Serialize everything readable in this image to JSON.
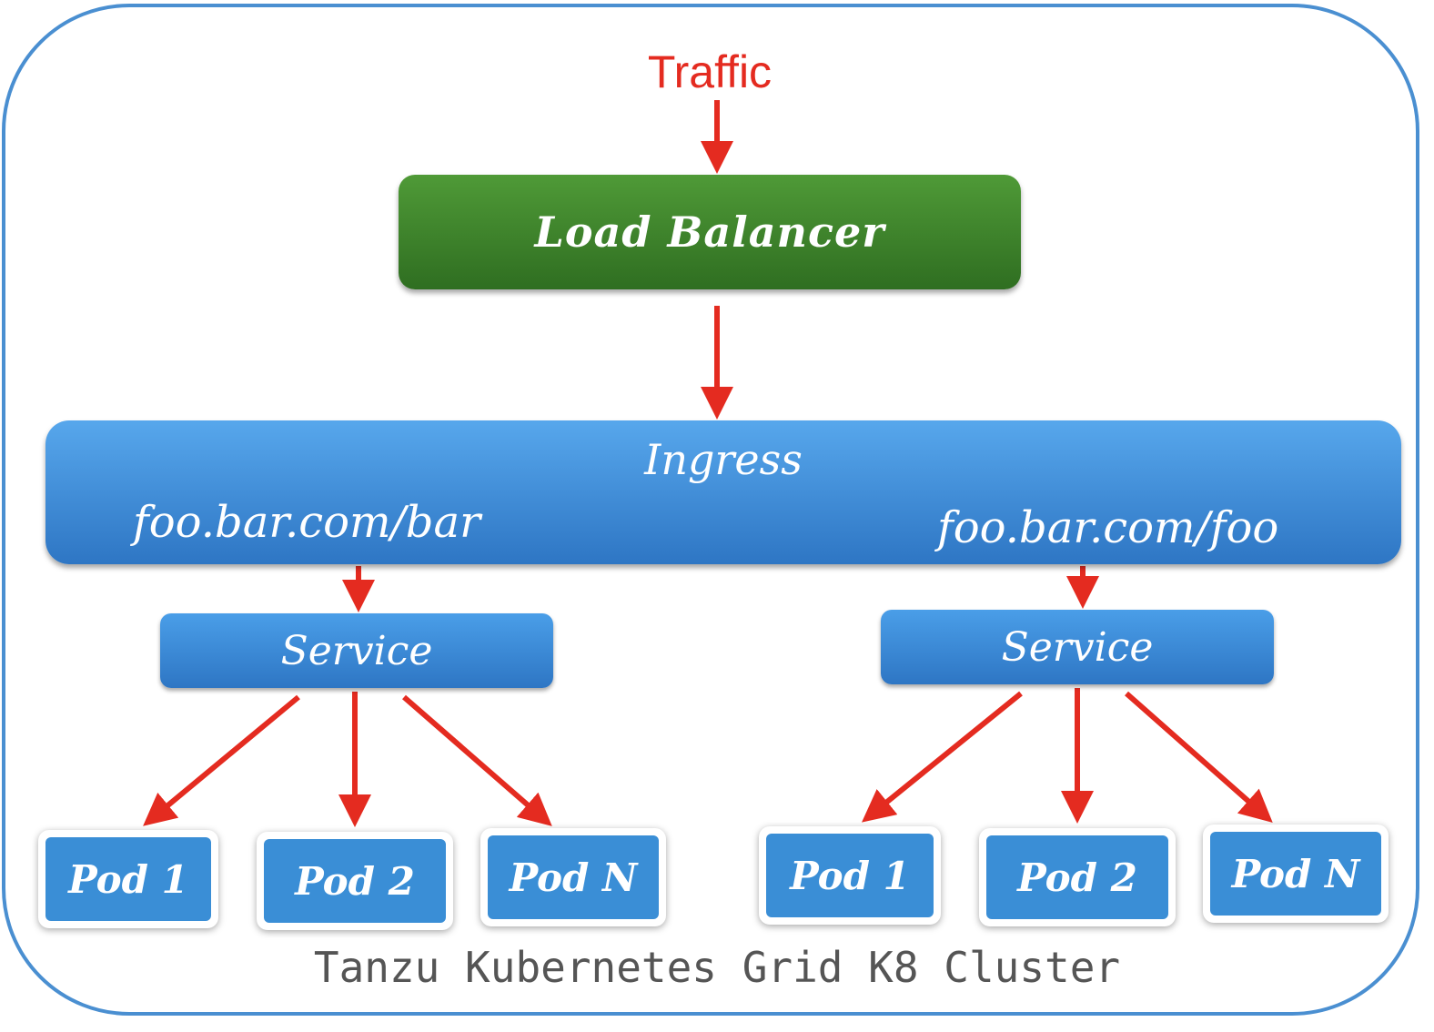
{
  "traffic_label": "Traffic",
  "load_balancer_label": "Load Balancer",
  "ingress": {
    "title": "Ingress",
    "routes": [
      "foo.bar.com/bar",
      "foo.bar.com/foo"
    ]
  },
  "services": [
    {
      "label": "Service",
      "pods": [
        "Pod 1",
        "Pod 2",
        "Pod N"
      ]
    },
    {
      "label": "Service",
      "pods": [
        "Pod 1",
        "Pod 2",
        "Pod N"
      ]
    }
  ],
  "cluster_label": "Tanzu Kubernetes Grid K8 Cluster",
  "colors": {
    "arrow": "#e42b20",
    "load_balancer": "#3f8a2d",
    "ingress": "#4a9ee8",
    "pod": "#3a8ed6",
    "cluster_border": "#4a8fd1"
  }
}
